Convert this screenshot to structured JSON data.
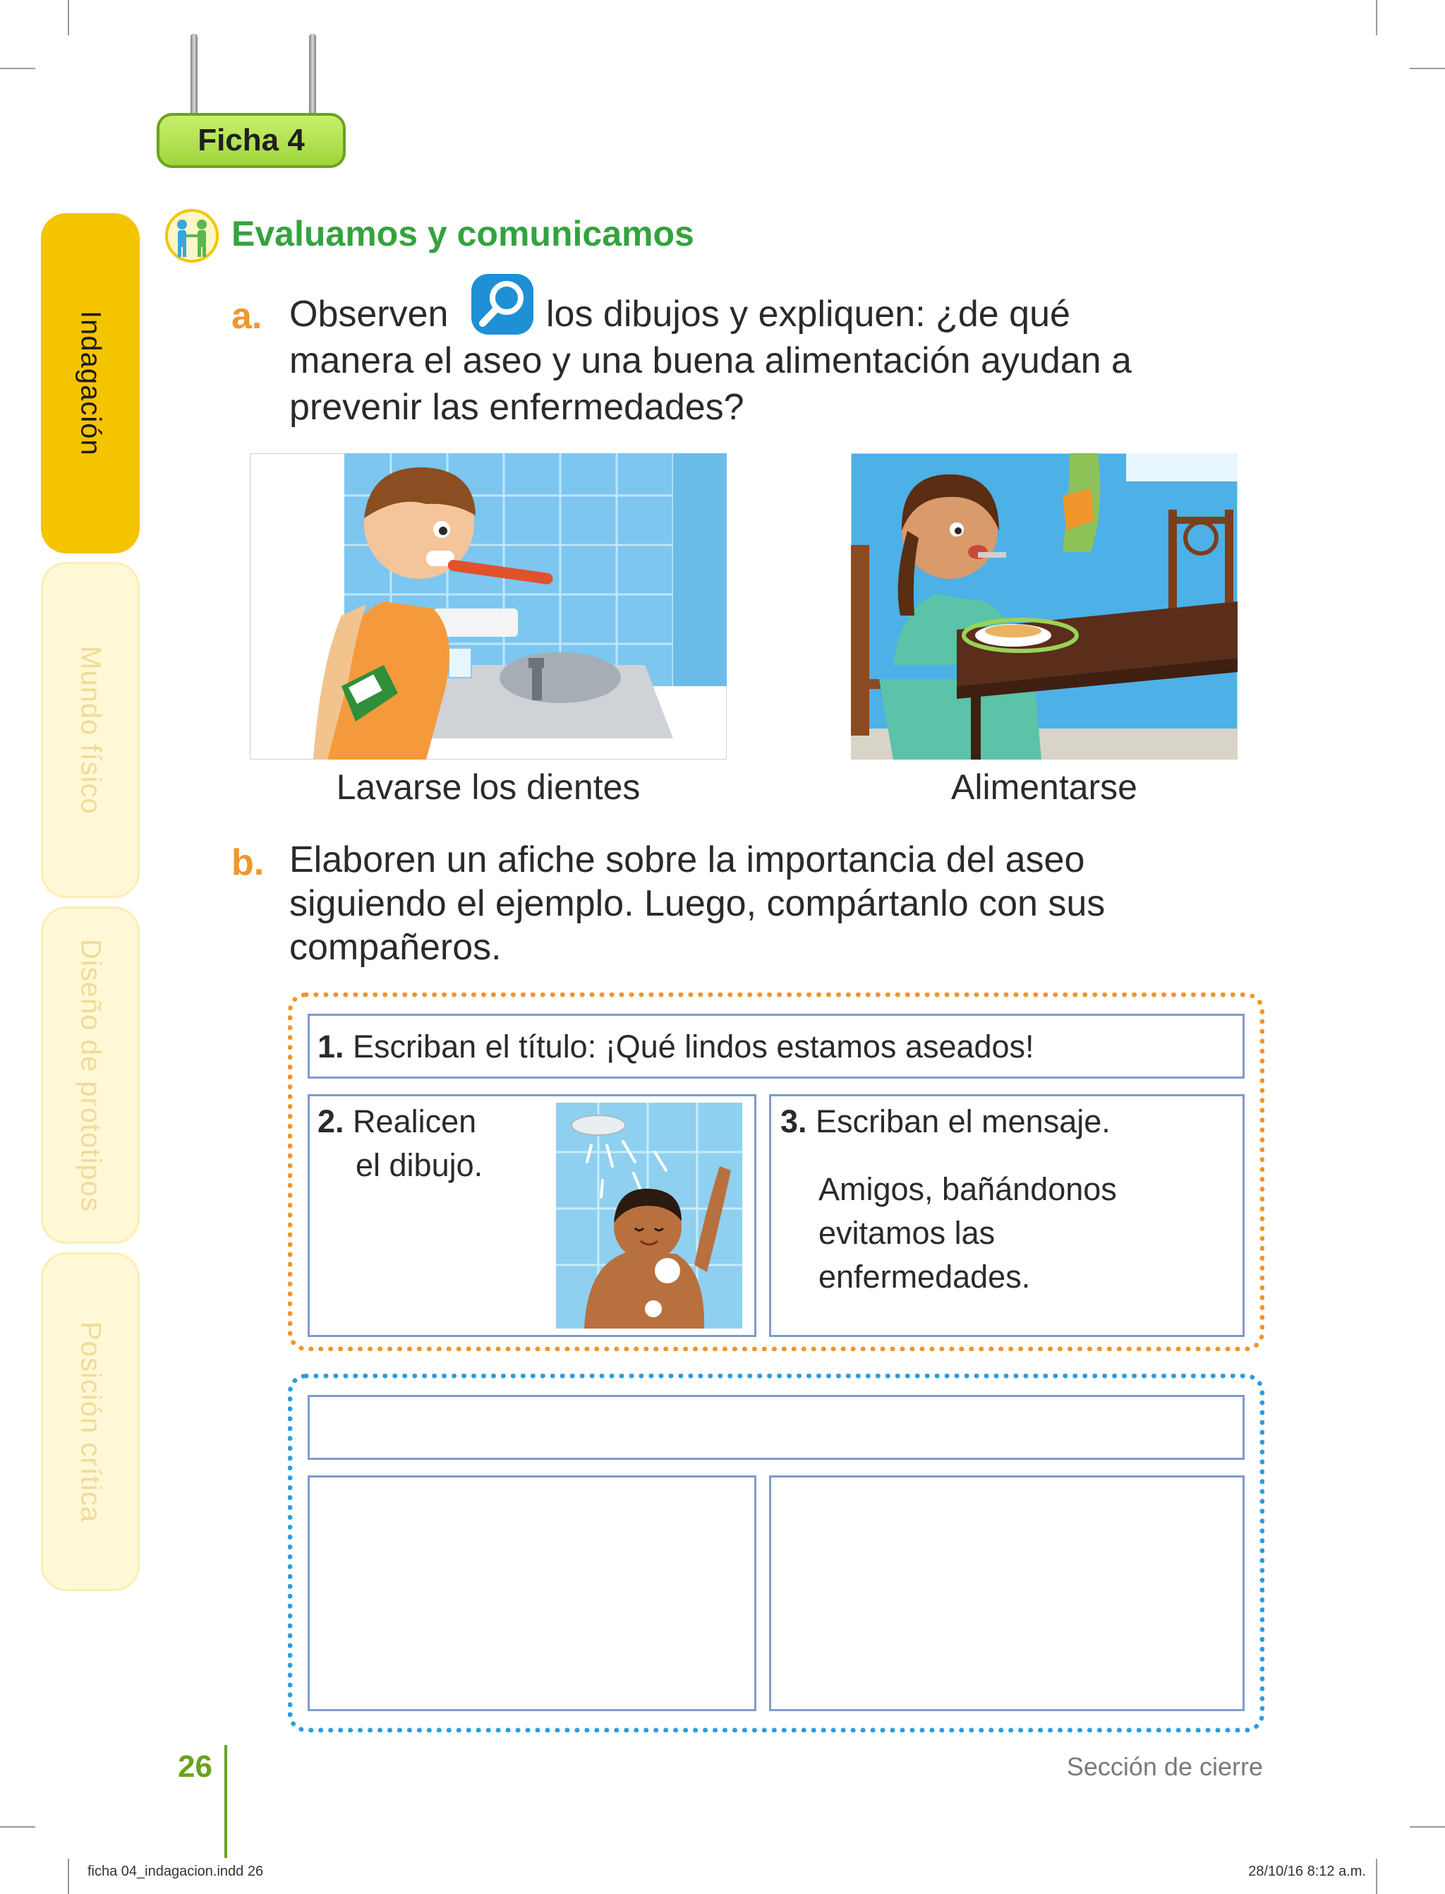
{
  "ficha": {
    "label": "Ficha 4"
  },
  "sidebar": {
    "tabs": [
      {
        "label": "Indagación",
        "active": true
      },
      {
        "label": "Mundo físico",
        "active": false
      },
      {
        "label": "Diseño de prototipos",
        "active": false
      },
      {
        "label": "Posición crítica",
        "active": false
      }
    ]
  },
  "section": {
    "title": "Evaluamos y comunicamos",
    "icon": "two-children-icon"
  },
  "question_a": {
    "letter": "a.",
    "line1_before": "Observen",
    "line1_after": "los dibujos y expliquen: ¿de qué",
    "line2": "manera el aseo y una buena alimentación ayudan a",
    "line3": "prevenir las enfermedades?",
    "icon": "magnifier-icon"
  },
  "images": {
    "left_caption": "Lavarse los dientes",
    "right_caption": "Alimentarse"
  },
  "question_b": {
    "letter": "b.",
    "line1": "Elaboren un afiche sobre la importancia del aseo",
    "line2": "siguiendo el ejemplo. Luego, compártanlo con sus",
    "line3": "compañeros."
  },
  "poster_example": {
    "step1_num": "1.",
    "step1_text": "Escriban el título: ¡Qué lindos estamos aseados!",
    "step2_num": "2.",
    "step2_line1": "Realicen",
    "step2_line2": "el dibujo.",
    "step3_num": "3.",
    "step3_text": "Escriban el mensaje.",
    "message_line1": "Amigos, bañándonos",
    "message_line2": "evitamos las",
    "message_line3": "enfermedades."
  },
  "footer": {
    "page_number": "26",
    "section": "Sección de cierre",
    "slug_left": "ficha 04_indagacion.indd   26",
    "slug_right": "28/10/16   8:12 a.m."
  },
  "colors": {
    "green": "#33a33e",
    "orange": "#f0962c",
    "blue": "#2b9ee0",
    "yellow": "#f5c400"
  }
}
